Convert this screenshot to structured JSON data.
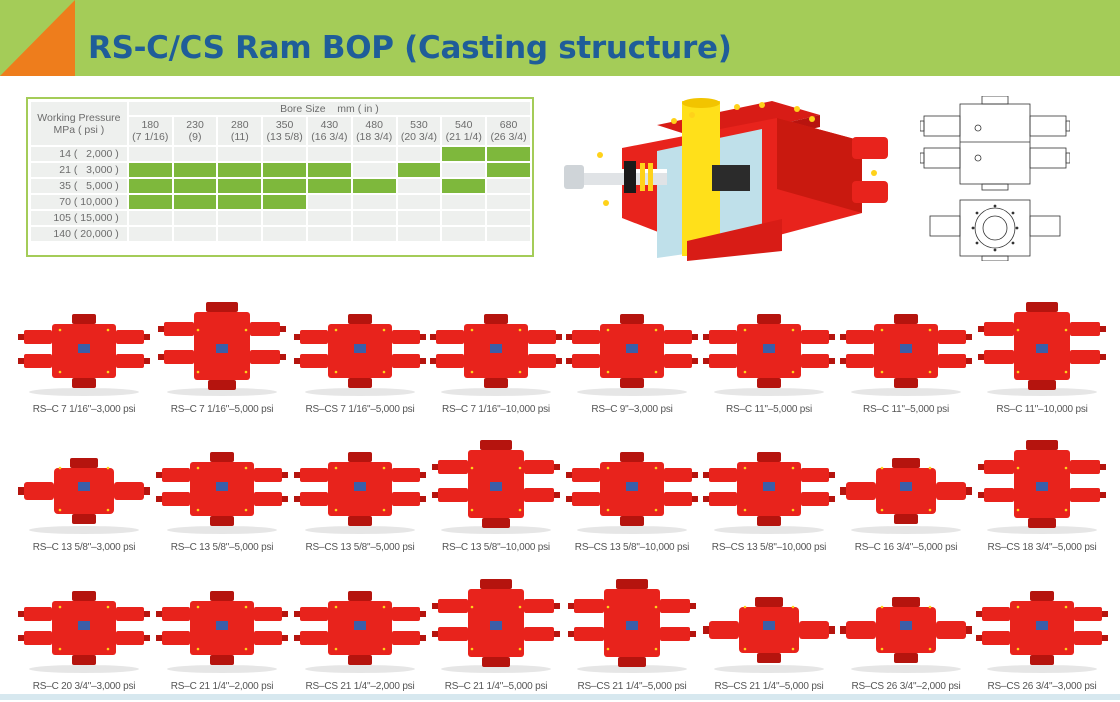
{
  "page": {
    "title": "RS-C/CS Ram BOP (Casting structure)"
  },
  "spec_table": {
    "wp_label_line1": "Working Pressure",
    "wp_label_line2": "MPa ( psi )",
    "bore_label": "Bore Size    mm ( in )",
    "bore_sizes": [
      {
        "mm": "180",
        "in": "(7 1/16)"
      },
      {
        "mm": "230",
        "in": "(9)"
      },
      {
        "mm": "280",
        "in": "(11)"
      },
      {
        "mm": "350",
        "in": "(13 5/8)"
      },
      {
        "mm": "430",
        "in": "(16 3/4)"
      },
      {
        "mm": "480",
        "in": "(18 3/4)"
      },
      {
        "mm": "530",
        "in": "(20 3/4)"
      },
      {
        "mm": "540",
        "in": "(21 1/4)"
      },
      {
        "mm": "680",
        "in": "(26 3/4)"
      }
    ],
    "rows": [
      {
        "pressure": "14 (   2,000 )",
        "available": [
          0,
          0,
          0,
          0,
          0,
          0,
          0,
          1,
          1
        ]
      },
      {
        "pressure": "21 (   3,000 )",
        "available": [
          1,
          1,
          1,
          1,
          1,
          0,
          1,
          0,
          1
        ]
      },
      {
        "pressure": "35 (   5,000 )",
        "available": [
          1,
          1,
          1,
          1,
          1,
          1,
          0,
          1,
          0
        ]
      },
      {
        "pressure": "70 ( 10,000 )",
        "available": [
          1,
          1,
          1,
          1,
          0,
          0,
          0,
          0,
          0
        ]
      },
      {
        "pressure": "105 ( 15,000 )",
        "available": [
          0,
          0,
          0,
          0,
          0,
          0,
          0,
          0,
          0
        ]
      },
      {
        "pressure": "140 ( 20,000 )",
        "available": [
          0,
          0,
          0,
          0,
          0,
          0,
          0,
          0,
          0
        ]
      }
    ],
    "highlight_color": "#7eb83c",
    "empty_color": "#eef0ee"
  },
  "colors": {
    "header_green": "#a4cc58",
    "header_orange": "#ee7d1c",
    "title_blue": "#1f5d99",
    "product_red": "#e8231c"
  },
  "gallery": [
    {
      "caption": "RS–C 7 1/16\"–3,000 psi",
      "variant": "double"
    },
    {
      "caption": "RS–C 7 1/16\"–5,000 psi",
      "variant": "tall"
    },
    {
      "caption": "RS–CS 7 1/16\"–5,000 psi",
      "variant": "double"
    },
    {
      "caption": "RS–C 7 1/16\"–10,000 psi",
      "variant": "double"
    },
    {
      "caption": "RS–C 9\"–3,000 psi",
      "variant": "double"
    },
    {
      "caption": "RS–C 11\"–5,000 psi",
      "variant": "double"
    },
    {
      "caption": "RS–C 11\"–5,000 psi",
      "variant": "double"
    },
    {
      "caption": "RS–C 11\"–10,000 psi",
      "variant": "tall"
    },
    {
      "caption": "RS–C 13 5/8\"–3,000 psi",
      "variant": "single"
    },
    {
      "caption": "RS–C 13 5/8\"–5,000 psi",
      "variant": "double"
    },
    {
      "caption": "RS–CS 13 5/8\"–5,000 psi",
      "variant": "double"
    },
    {
      "caption": "RS–C 13 5/8\"–10,000 psi",
      "variant": "tall"
    },
    {
      "caption": "RS–CS 13 5/8\"–10,000 psi",
      "variant": "double"
    },
    {
      "caption": "RS–CS 13 5/8\"–10,000 psi",
      "variant": "double"
    },
    {
      "caption": "RS–C 16 3/4\"–5,000 psi",
      "variant": "single"
    },
    {
      "caption": "RS–CS 18 3/4\"–5,000 psi",
      "variant": "tall"
    },
    {
      "caption": "RS–C 20 3/4\"–3,000 psi",
      "variant": "double"
    },
    {
      "caption": "RS–C 21 1/4\"–2,000 psi",
      "variant": "double"
    },
    {
      "caption": "RS–CS 21 1/4\"–2,000 psi",
      "variant": "double"
    },
    {
      "caption": "RS–C 21 1/4\"–5,000 psi",
      "variant": "tall"
    },
    {
      "caption": "RS–CS 21 1/4\"–5,000 psi",
      "variant": "tall"
    },
    {
      "caption": "RS–CS 21 1/4\"–5,000 psi",
      "variant": "single"
    },
    {
      "caption": "RS–CS 26 3/4\"–2,000 psi",
      "variant": "single"
    },
    {
      "caption": "RS–CS 26 3/4\"–3,000 psi",
      "variant": "double"
    }
  ]
}
